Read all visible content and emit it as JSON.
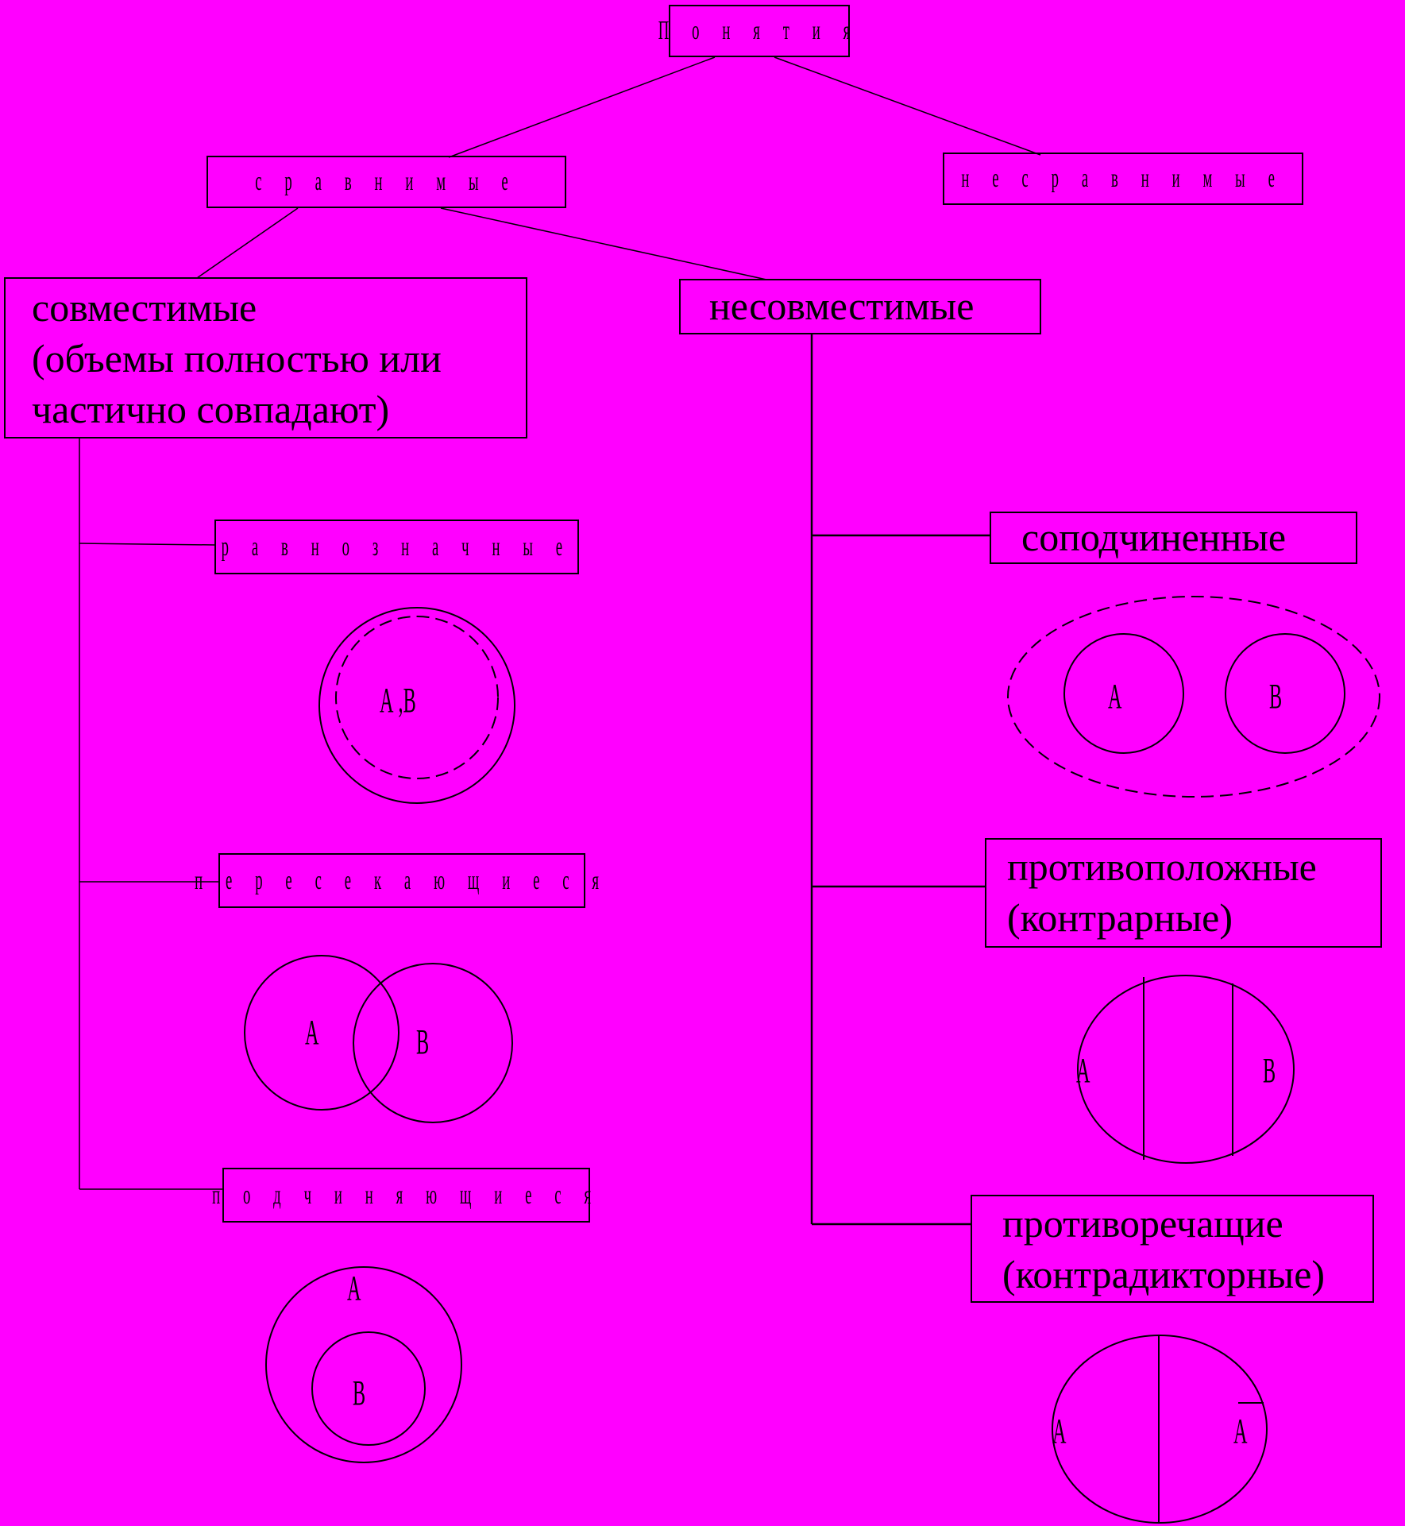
{
  "root": "П о н я т и я",
  "level1": {
    "comparable": "с р а в н и м ы е",
    "incomparable": "н е с р а в н и м ы е"
  },
  "level2": {
    "compatible": "совместимые\n(объемы полностью или\nчастично совпадают)",
    "incompatible": "несовместимые"
  },
  "compatible_types": {
    "equivalent": "р а в н о з н а ч н ы е",
    "intersecting": "п е р е с е к а ю щ и е с я",
    "subordinating": "п о д ч и н я ю щ и е с я"
  },
  "incompatible_types": {
    "coordinated": "соподчиненные",
    "contrary": "противоположные\n(контрарные)",
    "contradictory": "противоречащие\n(контрадикторные)"
  },
  "labels": {
    "equivalent": "А ,В",
    "a": "А",
    "b": "В",
    "not_a": "А"
  },
  "colors": {
    "background": "#FF00FF",
    "line": "#000000"
  }
}
